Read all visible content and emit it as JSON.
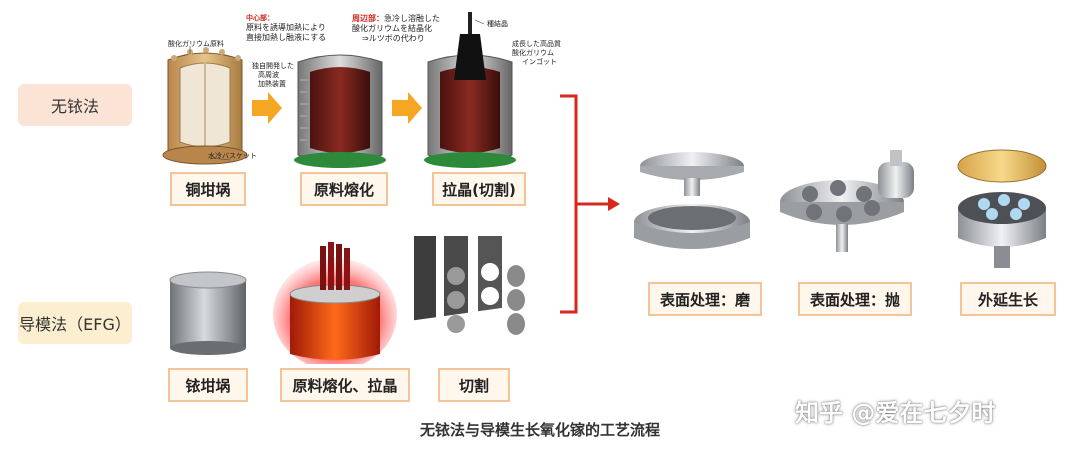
{
  "methods": {
    "vb": "无铱法",
    "efg": "导模法（EFG）"
  },
  "steps_vb": {
    "s1": "铜坩埚",
    "s2": "原料熔化",
    "s3": "拉晶(切割)"
  },
  "steps_efg": {
    "s1": "铱坩埚",
    "s2": "原料熔化、拉晶",
    "s3": "切割"
  },
  "steps_finish": {
    "s1": "表面处理：磨",
    "s2": "表面处理：抛",
    "s3": "外延生长"
  },
  "annotations": {
    "raw": "酸化ガリウム原料",
    "basket": "水冷バスケット",
    "heater1": "独自開発した",
    "heater2": "高周波",
    "heater3": "加熱装置",
    "center_title": "中心部：",
    "center1": "原料を誘導加熱により",
    "center2": "直接加熱し融液にする",
    "edge_title": "周辺部：",
    "edge_rest": "急冷し溶融した",
    "edge2": "酸化ガリウムを結晶化",
    "edge3": "⇒ルツボの代わり",
    "seed": "種結晶",
    "ingot1": "成長した高品質",
    "ingot2": "酸化ガリウム",
    "ingot3": "インゴット"
  },
  "caption": "无铱法与导模生长氧化镓的工艺流程",
  "watermark": "知乎 @爱在七夕时",
  "colors": {
    "arrow_orange": "#f5a623",
    "bracket_red": "#d6281e",
    "label_border": "#f3c49a"
  }
}
